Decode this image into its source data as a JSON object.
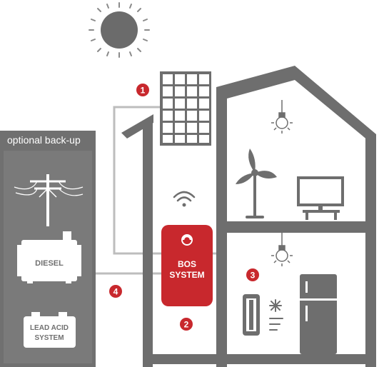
{
  "sidebar": {
    "title": "optional back-up"
  },
  "backup": {
    "diesel_label": "DIESEL",
    "battery_label_line1": "LEAD ACID",
    "battery_label_line2": "SYSTEM"
  },
  "bos": {
    "line1": "BOS",
    "line2": "SYSTEM"
  },
  "markers": [
    "1",
    "2",
    "3",
    "4"
  ],
  "colors": {
    "house_gray": "#6e6e6e",
    "sidebar_gray": "#707070",
    "accent_red": "#c8282d",
    "light_gray": "#bdbdbd"
  },
  "icons": [
    "sun-icon",
    "solar-panel-icon",
    "wifi-icon",
    "utility-pole-icon",
    "diesel-generator-icon",
    "lead-acid-battery-icon",
    "light-bulb-icon",
    "fan-icon",
    "television-icon",
    "air-conditioner-icon",
    "refrigerator-icon"
  ]
}
